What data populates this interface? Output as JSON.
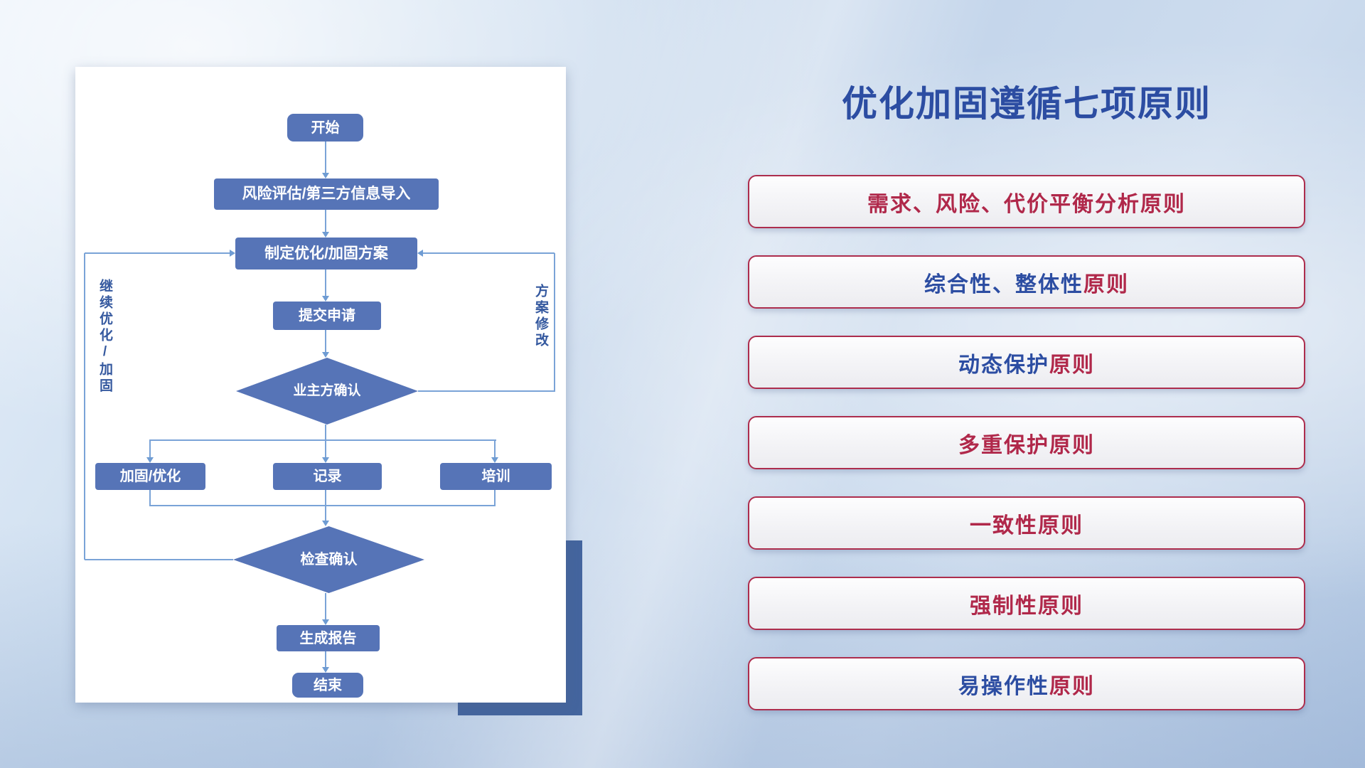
{
  "title": "优化加固遵循七项原则",
  "colors": {
    "title": "#2c4da2",
    "principle_red": "#b0284a",
    "principle_blue": "#2c4da2",
    "principle_border": "#ad2d4d",
    "node_fill": "#5674b7",
    "connector": "#7aa3d7",
    "decor_block": "#44659e"
  },
  "principles": [
    {
      "segments": [
        {
          "text": "需求、风险、代价平衡分析原则",
          "color": "#b0284a"
        }
      ]
    },
    {
      "segments": [
        {
          "text": "综合性、整体性",
          "color": "#2c4da2"
        },
        {
          "text": "原则",
          "color": "#b0284a"
        }
      ]
    },
    {
      "segments": [
        {
          "text": "动态保护",
          "color": "#2c4da2"
        },
        {
          "text": "原则",
          "color": "#b0284a"
        }
      ]
    },
    {
      "segments": [
        {
          "text": "多重保护原则",
          "color": "#b0284a"
        }
      ]
    },
    {
      "segments": [
        {
          "text": "一致性原则",
          "color": "#b0284a"
        }
      ]
    },
    {
      "segments": [
        {
          "text": "强制性原则",
          "color": "#b0284a"
        }
      ]
    },
    {
      "segments": [
        {
          "text": "易操作性",
          "color": "#2c4da2"
        },
        {
          "text": "原则",
          "color": "#b0284a"
        }
      ]
    }
  ],
  "flowchart": {
    "nodes": {
      "start": "开始",
      "risk_import": "风险评估/第三方信息导入",
      "make_plan": "制定优化/加固方案",
      "submit": "提交申请",
      "owner_confirm": "业主方确认",
      "reinforce": "加固/优化",
      "record": "记录",
      "training": "培训",
      "check_confirm": "检查确认",
      "report": "生成报告",
      "end": "结束"
    },
    "loop_labels": {
      "continue_optimize": "继续优化/加固",
      "plan_revision": "方案修改"
    }
  }
}
